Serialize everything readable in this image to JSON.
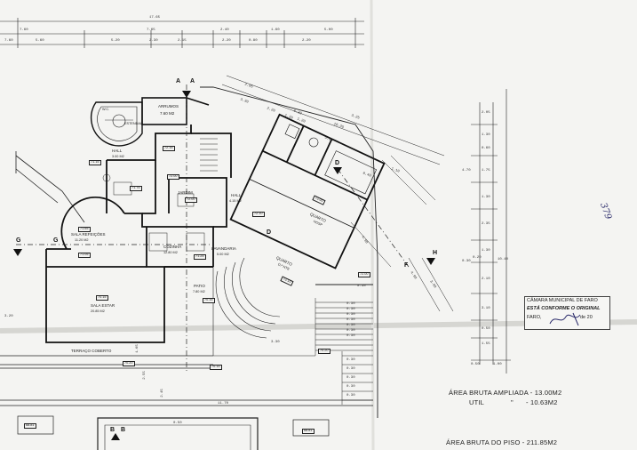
{
  "dimensions_top": [
    "17.65",
    "7.60",
    "7.65",
    "2.40",
    "1.60",
    "5.00",
    "5.60",
    "5.20",
    "2.30",
    "2.15",
    "2.20",
    "0.80",
    "2.20",
    "7.60"
  ],
  "dimensions_right": [
    "2.05",
    "1.30",
    "0.60",
    "1.75",
    "1.30",
    "4.70",
    "2.35",
    "1.30",
    "2.10",
    "3.10",
    "10.40",
    "0.20",
    "0.50",
    "1.55",
    "0.50",
    "1.00",
    "0.30"
  ],
  "dimensions_diagonal": [
    "2.05",
    "3.30",
    "2.20",
    "1.20",
    "1.20",
    "3.25",
    "3.00",
    "10.35",
    "1.10",
    "4.90",
    "4.90",
    "3.00",
    "0.30",
    "0.40"
  ],
  "dimensions_stair": [
    "0.30",
    "0.30",
    "0.30",
    "0.30",
    "0.30",
    "0.30",
    "0.30",
    "0.30",
    "0.30",
    "0.30",
    "0.30",
    "0.30",
    "0.30"
  ],
  "dimensions_bottom": [
    "2.55",
    "2.45",
    "3.30",
    "11.70",
    "1.65",
    "3.20",
    "0.50"
  ],
  "section_marks": [
    "A",
    "A",
    "B",
    "B",
    "G",
    "G",
    "D",
    "D",
    "F",
    "H"
  ],
  "rooms": {
    "arrumos": "ARRUMOS",
    "arrumos_area": "7.60 M2",
    "hall_left": "HALL",
    "hall_left_area": "3.00 M2",
    "hall_center": "HALL",
    "hall_center_area": "4.15 M2",
    "cozinha": "COZINHA",
    "cozinha_area": "12.80 M2",
    "sala_refeicoes": "SALA REFEIÇÕES",
    "sala_refeicoes_area": "11.20 M2",
    "sala_estar": "SALA ESTAR",
    "sala_estar_area": "20.85 M2",
    "lavandaria": "LAVANDARIA",
    "lavandaria_area": "5.00 M2",
    "patio": "PATIO",
    "patio_area": "7.80 M2",
    "jardim": "JARDIM",
    "quarto_hosp": "QUARTO",
    "quarto_hosp_area": "HOSP",
    "quarto_nte": "QUARTO",
    "quarto_nte_area": "D.ª NTE",
    "terraco": "TERRAÇO COBERTO",
    "wc": "W.C.",
    "estendal": "ESTENDAL"
  },
  "elevations": {
    "e1": "71.15",
    "e2": "72.15",
    "e3": "71.75",
    "e4": "72.00",
    "e5": "71.65",
    "e6": "71.05",
    "e7": "71.25",
    "e8": "70.15",
    "e9": "70.15",
    "e10": "72.00",
    "e11": "72.10",
    "e12": "72.10",
    "e13": "72.00",
    "e14": "70.20",
    "e15": "70.15",
    "e16": "68.81",
    "e17": "68.81",
    "e18": "72.00",
    "e19": "70.20"
  },
  "stamp": {
    "line1": "CÂMARA MUNICIPAL DE FARO",
    "line2": "ESTÁ CONFORME O ORIGINAL",
    "line3": "FARO,",
    "line3_mid": "de 20"
  },
  "area_notes": {
    "line1": "ÁREA BRUTA AMPLIADA - 13.00M2",
    "line2": "UTIL",
    "line2_mid": "\"",
    "line2_value": "- 10.63M2",
    "line3": "ÁREA BRUTA DO PISO - 211.85M2"
  },
  "handwritten": "379"
}
